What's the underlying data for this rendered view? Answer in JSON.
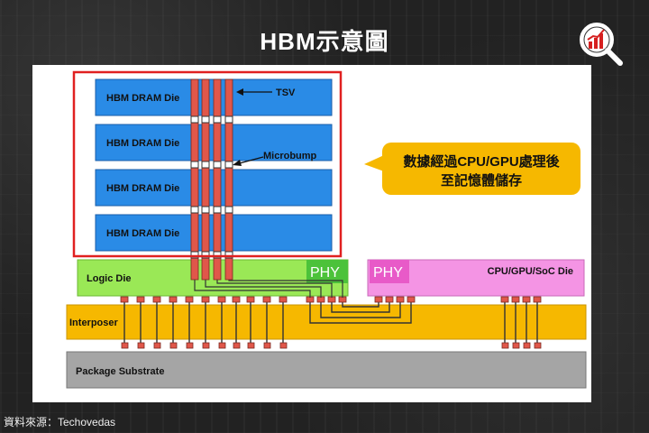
{
  "title": "HBM示意圖",
  "source": "資料來源：Techovedas",
  "logo_icon": "chart-magnifier-icon",
  "dram_dies": [
    {
      "label": "HBM DRAM Die"
    },
    {
      "label": "HBM DRAM Die"
    },
    {
      "label": "HBM DRAM Die"
    },
    {
      "label": "HBM DRAM Die"
    }
  ],
  "callouts": {
    "tsv": "TSV",
    "microbump": "Microbump"
  },
  "note": {
    "line1": "數據經過CPU/GPU處理後",
    "line2": "至記憶體儲存"
  },
  "logic_die": {
    "label": "Logic Die",
    "phy": "PHY"
  },
  "soc_die": {
    "label": "CPU/GPU/SoC Die",
    "phy": "PHY"
  },
  "interposer": {
    "label": "Interposer"
  },
  "substrate": {
    "label": "Package Substrate"
  },
  "colors": {
    "dram_blue": "#2a8be6",
    "logic_green": "#9ae856",
    "phy_green": "#4cc23a",
    "soc_pink": "#f494e4",
    "phy_pink": "#e85ac8",
    "interposer_yellow": "#f6b800",
    "substrate_gray": "#a5a5a5",
    "tsv_red": "#e0574a",
    "highlight_red": "#e02020",
    "note_yellow": "#f6b800"
  }
}
